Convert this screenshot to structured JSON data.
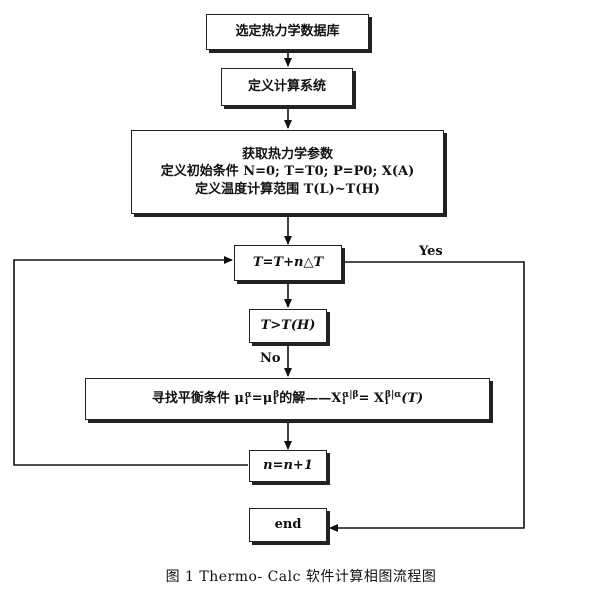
{
  "diagram": {
    "nodes": {
      "select_db": "选定热力学数据库",
      "define_system": "定义计算系统",
      "get_params": {
        "line1": "获取热力学参数",
        "line2": "定义初始条件 N=0; T=T0; P=P0; X(A)",
        "line3": "定义温度计算范围 T(L)~T(H)"
      },
      "increment": "T=T+n△T",
      "check": "T>T(H)",
      "solve": {
        "prefix": "寻找平衡条件 μ",
        "mu_alpha_sup": "α",
        "mu_sub": "i",
        "equals": "=μ",
        "mu_beta_sup": "β",
        "mu_beta_sub": "i",
        "middle": " 的解——X",
        "x1_sup": "α|β",
        "x1_sub": "i",
        "eq2": " = X",
        "x2_sup": "β|α",
        "x2_sub": "i",
        "suffix": "(T)"
      },
      "counter": "n=n+1",
      "end": "end"
    },
    "edge_labels": {
      "yes": "Yes",
      "no": "No"
    }
  },
  "caption": "图 1    Thermo- Calc 软件计算相图流程图"
}
